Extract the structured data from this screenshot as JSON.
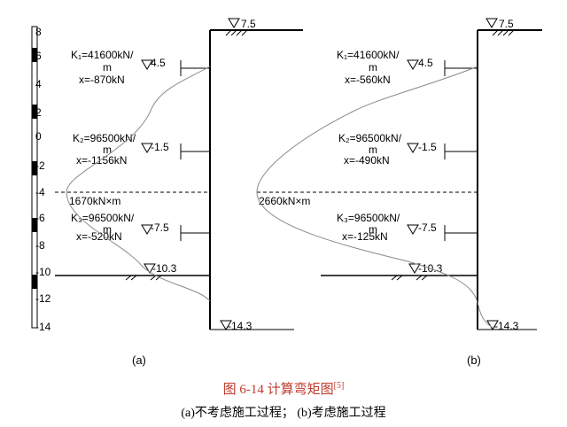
{
  "scale": {
    "ticks": [
      "8",
      "6",
      "4",
      "2",
      "0",
      "-2",
      "-4",
      "-6",
      "-8",
      "-10",
      "-12",
      "-14"
    ]
  },
  "panel_a": {
    "label": "(a)",
    "levels": {
      "top": "7.5",
      "strut1": "4.5",
      "strut2": "-1.5",
      "strut3": "-7.5",
      "excavation": "-10.3",
      "toe": "-14.3"
    },
    "struts": [
      {
        "k": "K₁=41600kN/",
        "k_unit": "m",
        "force": "x=-870kN"
      },
      {
        "k": "K₂=96500kN/",
        "k_unit": "m",
        "force": "x=-1156kN"
      },
      {
        "k": "K₃=96500kN/",
        "k_unit": "m",
        "force": "x=-520kN"
      }
    ],
    "max_moment": "1670kN×m"
  },
  "panel_b": {
    "label": "(b)",
    "levels": {
      "top": "7.5",
      "strut1": "4.5",
      "strut2": "-1.5",
      "strut3": "-7.5",
      "excavation": "-10.3",
      "toe": "-14.3"
    },
    "struts": [
      {
        "k": "K₁=41600kN/",
        "k_unit": "m",
        "force": "x=-560kN"
      },
      {
        "k": "K₂=96500kN/",
        "k_unit": "m",
        "force": "x=-490kN"
      },
      {
        "k": "K₃=96500kN/",
        "k_unit": "m",
        "force": "x=-125kN"
      }
    ],
    "max_moment": "2660kN×m"
  },
  "caption": {
    "title": "图 6-14 计算弯矩图",
    "ref": "[5]",
    "subtitle": "(a)不考虑施工过程； (b)考虑施工过程"
  },
  "colors": {
    "line": "#000000",
    "curve": "#8a8a8a",
    "caption_red": "#c0392b"
  }
}
